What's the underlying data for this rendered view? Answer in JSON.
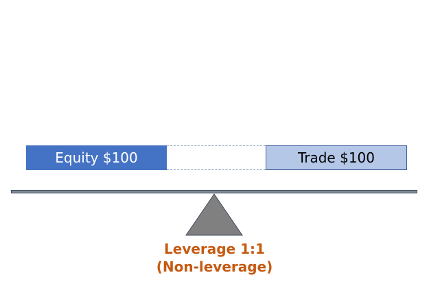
{
  "equity": {
    "label": "Equity $100"
  },
  "trade": {
    "label": "Trade $100"
  },
  "caption": {
    "line1": "Leverage 1:1",
    "line2": "(Non-leverage)"
  },
  "colors": {
    "equity_fill": "#4472c4",
    "trade_fill": "#b4c7e7",
    "trade_border": "#3e5f9a",
    "beam_fill": "#808b99",
    "fulcrum_fill": "#808080",
    "caption_text": "#c55a11"
  }
}
